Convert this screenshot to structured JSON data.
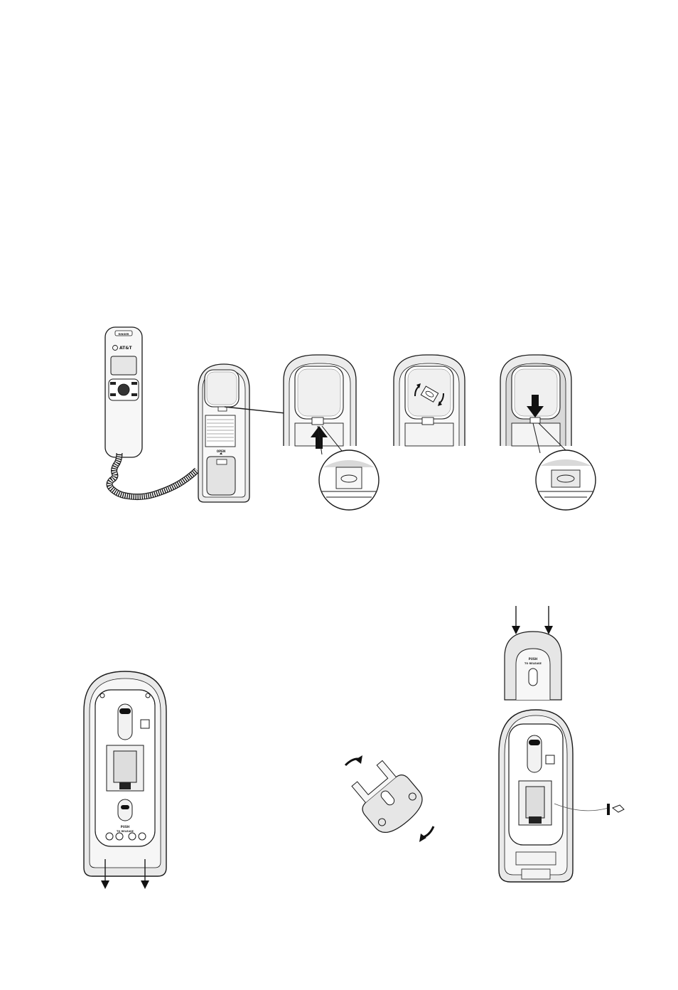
{
  "handset": {
    "brand": "AT&T",
    "top_label": "RINGER",
    "open_label": "OPEN"
  },
  "bracket": {
    "push_label": "PUSH",
    "release_label": "TO RELEASE"
  },
  "colors": {
    "line": "#1a1a1a",
    "body_fill": "#f2f2f2",
    "shade": "#d9d9d9",
    "dark": "#111111"
  },
  "icons": [
    "up-arrow-icon",
    "down-arrow-icon",
    "rotate-arrow-icon",
    "magnifier-circle"
  ]
}
